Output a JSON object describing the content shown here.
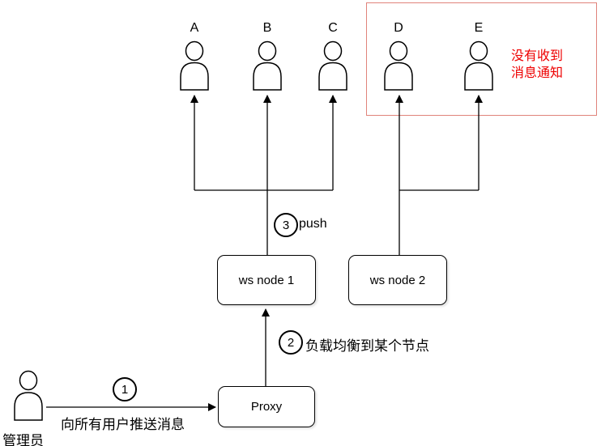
{
  "users": [
    {
      "label": "A"
    },
    {
      "label": "B"
    },
    {
      "label": "C"
    },
    {
      "label": "D"
    },
    {
      "label": "E"
    }
  ],
  "nodes": {
    "ws_node_1": {
      "label": "ws node 1"
    },
    "ws_node_2": {
      "label": "ws node 2"
    },
    "proxy": {
      "label": "Proxy"
    },
    "admin": {
      "label": "管理员"
    }
  },
  "steps": {
    "step1": {
      "number": "1",
      "label": "向所有用户推送消息"
    },
    "step2": {
      "number": "2",
      "label": "负载均衡到某个节点"
    },
    "step3": {
      "number": "3",
      "label": "push"
    }
  },
  "warning": {
    "text": "没有收到\n消息通知"
  },
  "colors": {
    "line": "#000000",
    "warning_text": "#ee0000",
    "warning_box_border": "#e0837b",
    "background": "#ffffff"
  }
}
